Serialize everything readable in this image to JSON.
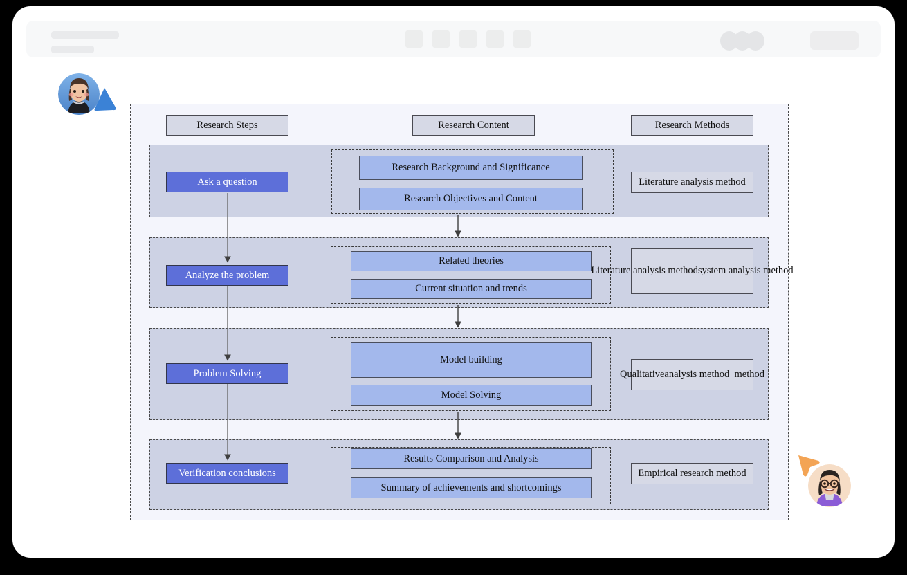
{
  "window": {
    "toolbar": {
      "center_chips": [
        "chip-1",
        "chip-2",
        "chip-3",
        "chip-4",
        "chip-5"
      ],
      "avatar_stack": [
        "collaborator-1",
        "collaborator-2",
        "collaborator-3"
      ],
      "action_label": ""
    }
  },
  "diagram": {
    "headers": [
      {
        "id": "research-steps",
        "label": "Research Steps"
      },
      {
        "id": "research-content",
        "label": "Research Content"
      },
      {
        "id": "research-methods",
        "label": "Research Methods"
      }
    ],
    "rows": [
      {
        "id": "row-ask",
        "step": "Ask a question",
        "contents": [
          "Research Background and Significance",
          "Research Objectives and Content"
        ],
        "method": "Literature analysis method"
      },
      {
        "id": "row-analyze",
        "step": "Analyze the problem",
        "contents": [
          "Related theories",
          "Current situation and trends"
        ],
        "method": "Literature analysis method\nsystem analysis method"
      },
      {
        "id": "row-solve",
        "step": "Problem Solving",
        "contents": [
          "Model building",
          "Model Solving"
        ],
        "method": "Qualitative\nanalysis method  method"
      },
      {
        "id": "row-verify",
        "step": "Verification conclusions",
        "contents": [
          "Results Comparison and Analysis",
          "Summary of achievements and shortcomings"
        ],
        "method": "Empirical research method"
      }
    ]
  },
  "colors": {
    "step_fill": "#5d6fd9",
    "content_fill": "#a3b8ec",
    "header_fill": "#d6d9e6",
    "band_fill": "#cdd2e4",
    "canvas_fill": "#f4f5fc",
    "cursor_blue": "#3b82d6",
    "cursor_orange": "#f3a455"
  },
  "cursors": [
    {
      "id": "cursor-blue",
      "color": "#3b82d6"
    },
    {
      "id": "cursor-orange",
      "color": "#f3a455"
    }
  ]
}
